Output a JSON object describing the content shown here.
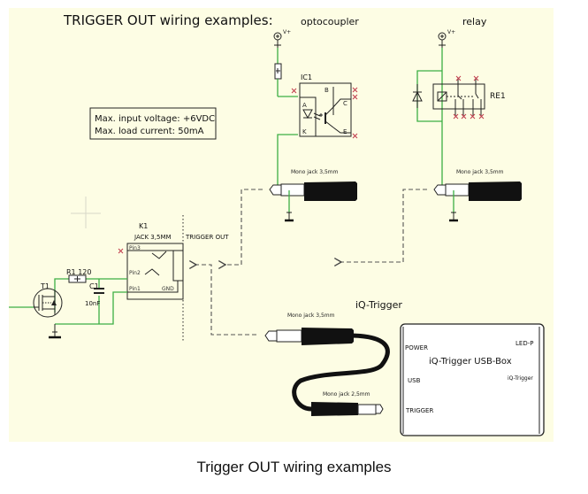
{
  "title": "TRIGGER OUT wiring examples:",
  "spec_box": {
    "line1": "Max. input voltage: +6VDC",
    "line2": "Max. load current:  50mA"
  },
  "optocoupler": {
    "heading": "optocoupler",
    "supply": "V+",
    "ic_label": "IC1",
    "pins": {
      "A": "A",
      "K": "K",
      "B": "B",
      "C": "C",
      "E": "E"
    },
    "jack_label": "Mono jack 3,5mm"
  },
  "relay": {
    "heading": "relay",
    "supply": "V+",
    "relay_label": "RE1",
    "jack_label": "Mono jack 3,5mm"
  },
  "k1": {
    "ref": "K1",
    "part": "JACK 3,5MM",
    "trigger_out": "TRIGGER OUT",
    "pin3": "Pin3",
    "pin2": "Pin2",
    "pin1": "Pin1",
    "gnd": "GND"
  },
  "driver": {
    "t1": "T1",
    "r1": "R1 120",
    "c1": "C1",
    "c1_value": "10nF"
  },
  "iq_trigger": {
    "heading": "iQ-Trigger",
    "cable_jack_a": "Mono jack 3,5mm",
    "cable_jack_b": "Mono jack 2,5mm",
    "box_title": "iQ-Trigger USB-Box",
    "power": "POWER",
    "usb": "USB",
    "trigger": "TRIGGER",
    "led": "LED-P",
    "iq_port": "iQ-Trigger"
  },
  "colors": {
    "background": "#fdfde4",
    "wire": "#3cb043",
    "line": "#222222",
    "no_connect": "#c0394b"
  },
  "caption": "Trigger OUT wiring examples"
}
